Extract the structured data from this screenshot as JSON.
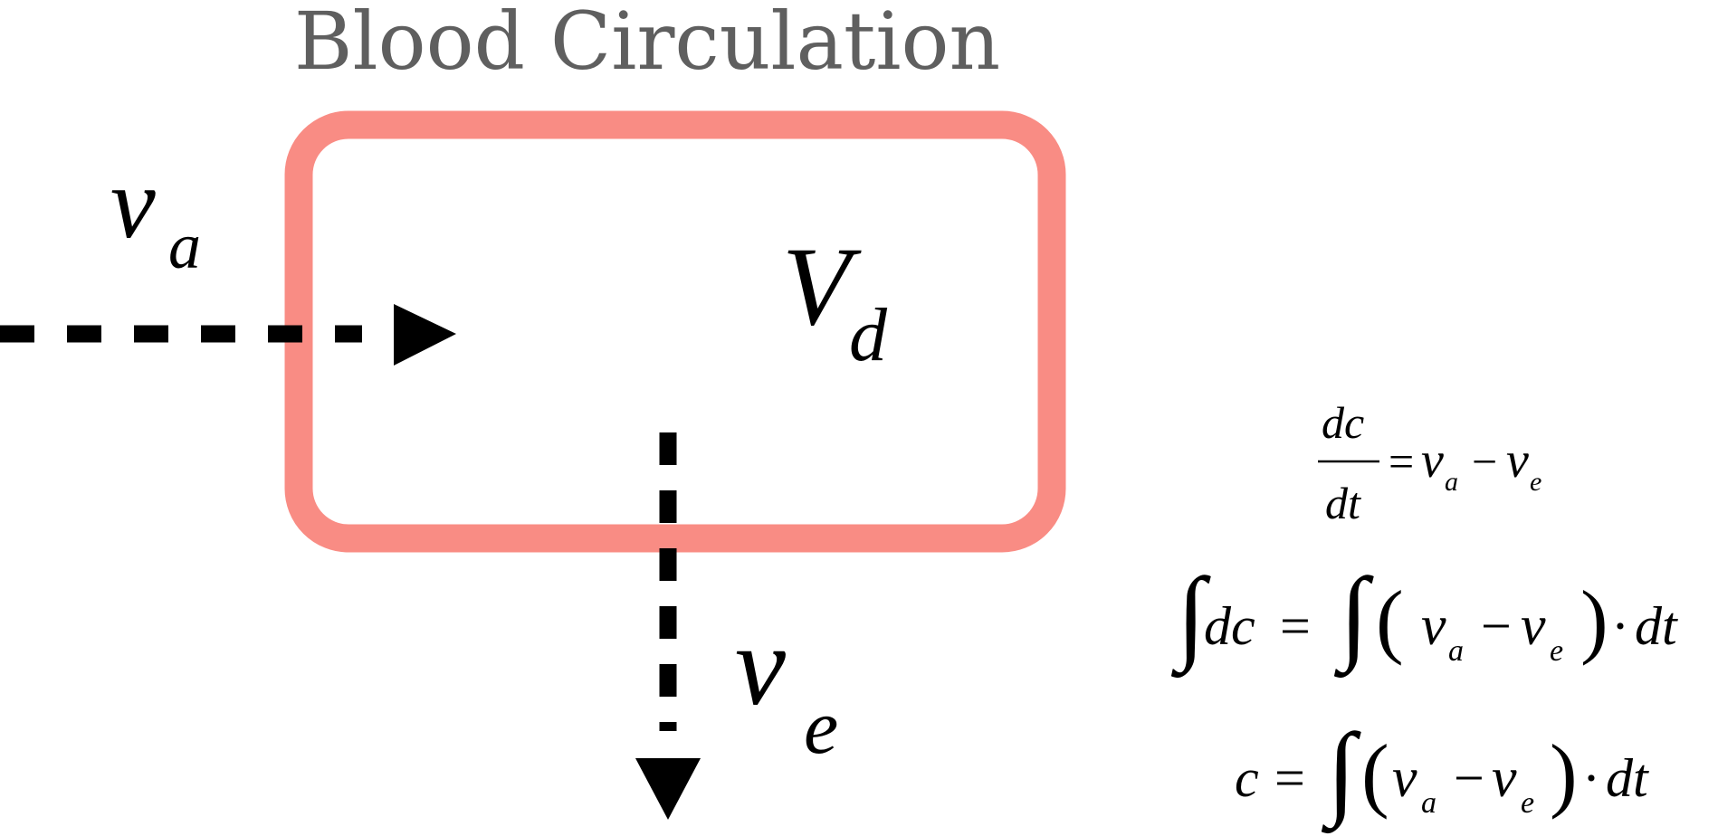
{
  "title": "Blood Circulation",
  "colors": {
    "box": "#f98c84",
    "ink": "#000000",
    "title": "#5f5f5f"
  },
  "labels": {
    "inflow": {
      "var": "v",
      "sub": "a"
    },
    "outflow": {
      "var": "v",
      "sub": "e"
    },
    "volume": {
      "var": "V",
      "sub": "d"
    }
  },
  "equations": {
    "eq1": {
      "num": "dc",
      "den": "dt",
      "eq": "=",
      "a": "v",
      "a_sub": "a",
      "minus": "−",
      "b": "v",
      "b_sub": "e"
    },
    "eq2": {
      "int": "∫",
      "dc": "dc",
      "eq": "=",
      "int2": "∫",
      "lp": "(",
      "a": "v",
      "a_sub": "a",
      "minus": "−",
      "b": "v",
      "b_sub": "e",
      "rp": ")",
      "dot": "·",
      "dt": "dt"
    },
    "eq3": {
      "c": "c",
      "eq": "=",
      "int": "∫",
      "lp": "(",
      "a": "v",
      "a_sub": "a",
      "minus": "−",
      "b": "v",
      "b_sub": "e",
      "rp": ")",
      "dot": "·",
      "dt": "dt"
    }
  }
}
